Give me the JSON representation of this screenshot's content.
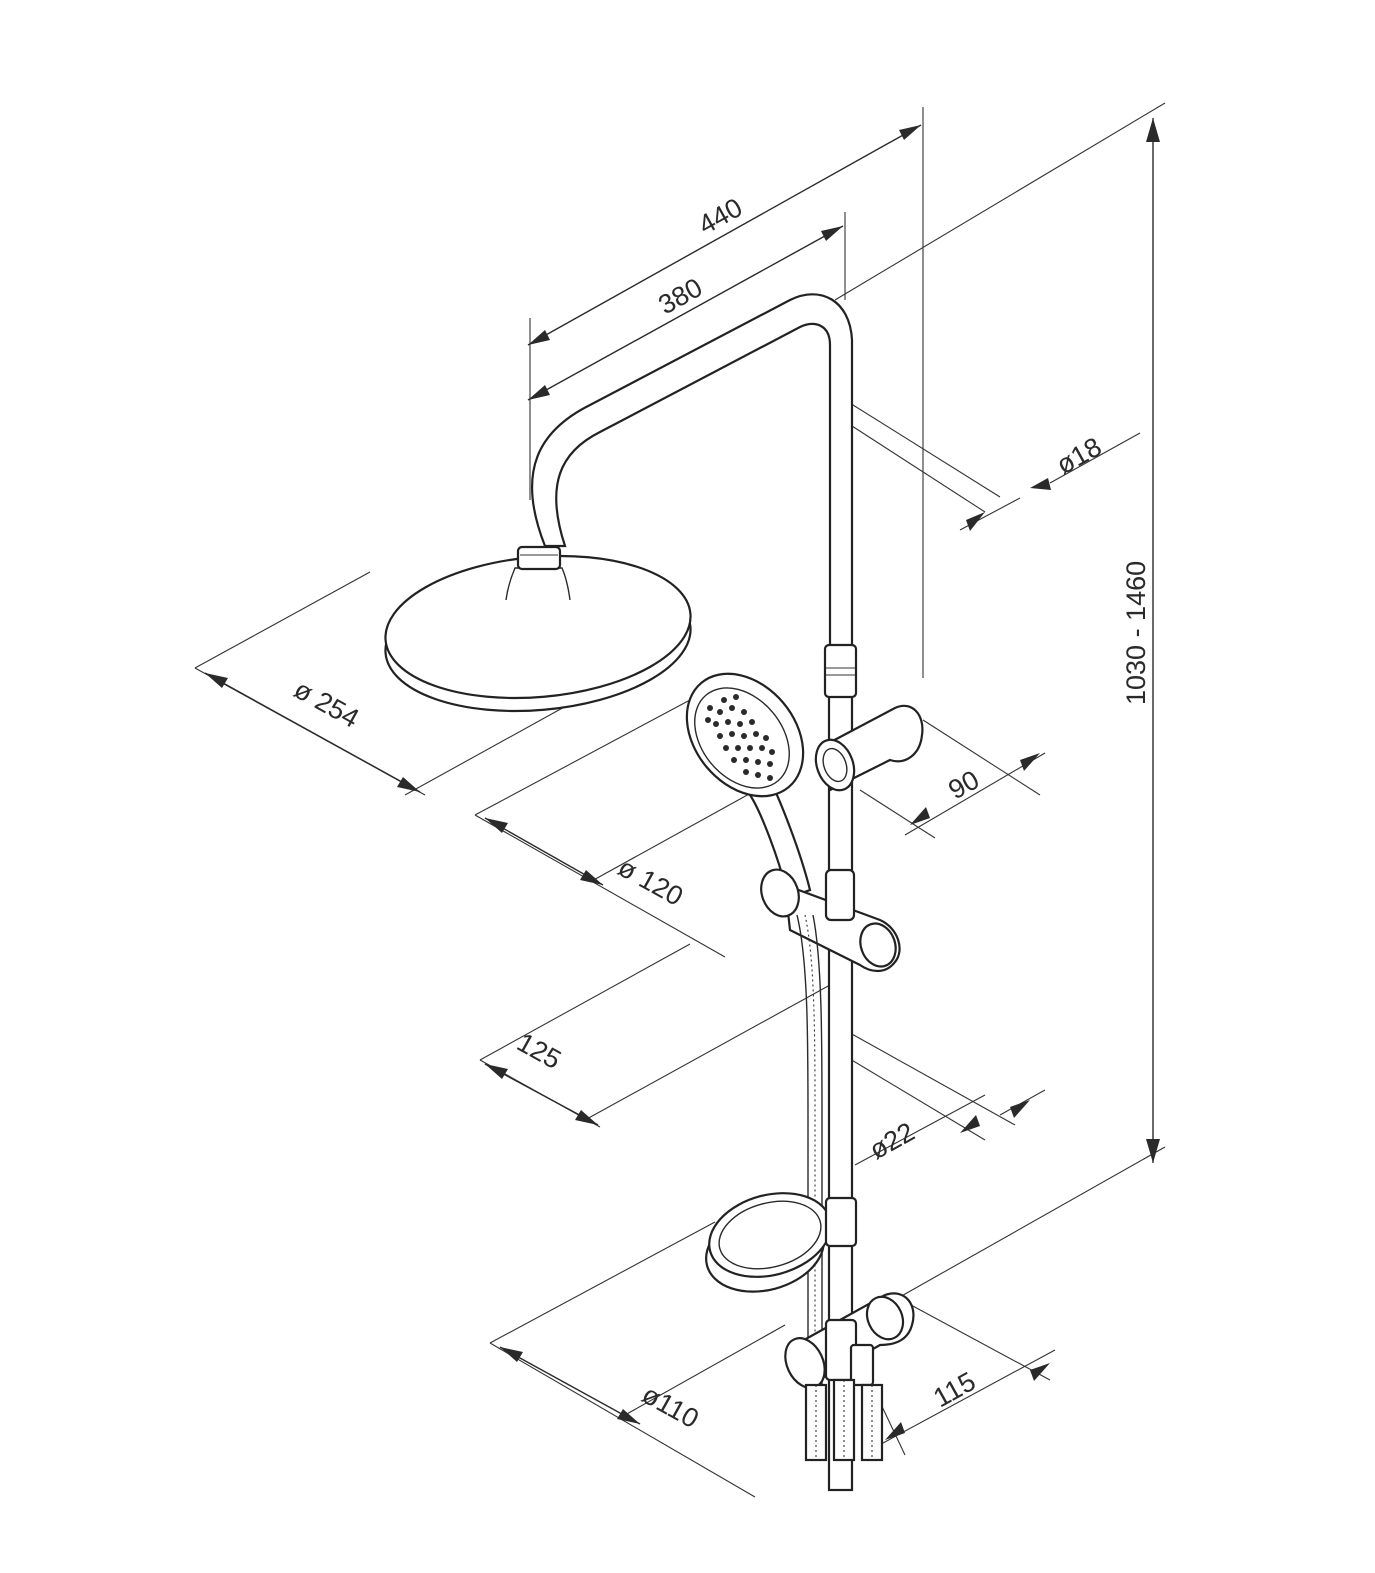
{
  "dimensions": {
    "arm_outer": "440",
    "arm_inner": "380",
    "pipe_diameter_top": "ø18",
    "total_height": "1030 - 1460",
    "head_diameter": "ø 254",
    "bracket_depth": "90",
    "hand_shower_diameter": "ø 120",
    "hand_shower_offset": "125",
    "pipe_diameter_bottom": "ø22",
    "soap_dish_diameter": "ø110",
    "mixer_depth": "115"
  }
}
